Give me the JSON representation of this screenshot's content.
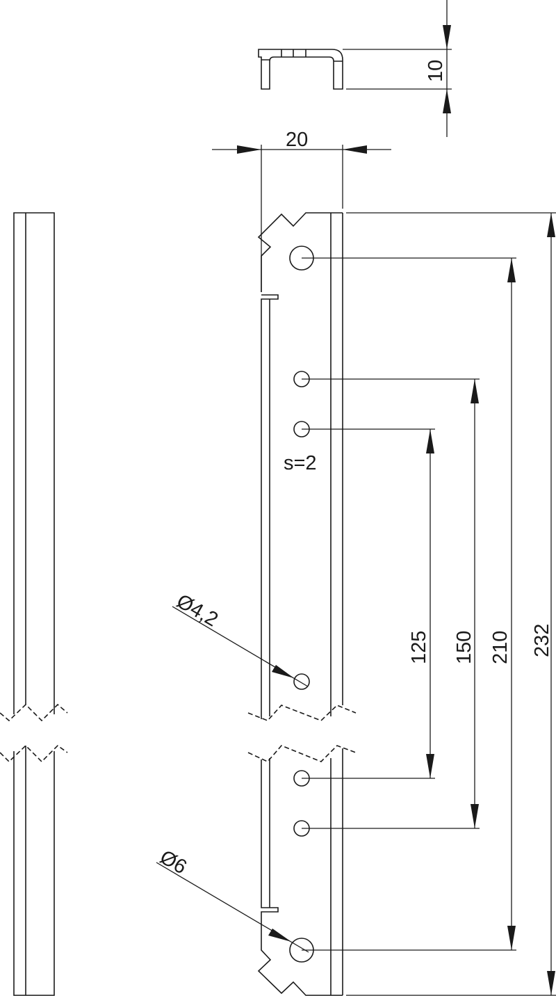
{
  "drawing": {
    "top_view": {
      "dim_height": "10"
    },
    "front_view": {
      "dim_width": "20",
      "thickness": "s=2",
      "hole_small_diameter": "Ø4,2",
      "hole_large_diameter": "Ø6",
      "dim_125": "125",
      "dim_150": "150",
      "dim_210": "210",
      "dim_232": "232"
    }
  }
}
